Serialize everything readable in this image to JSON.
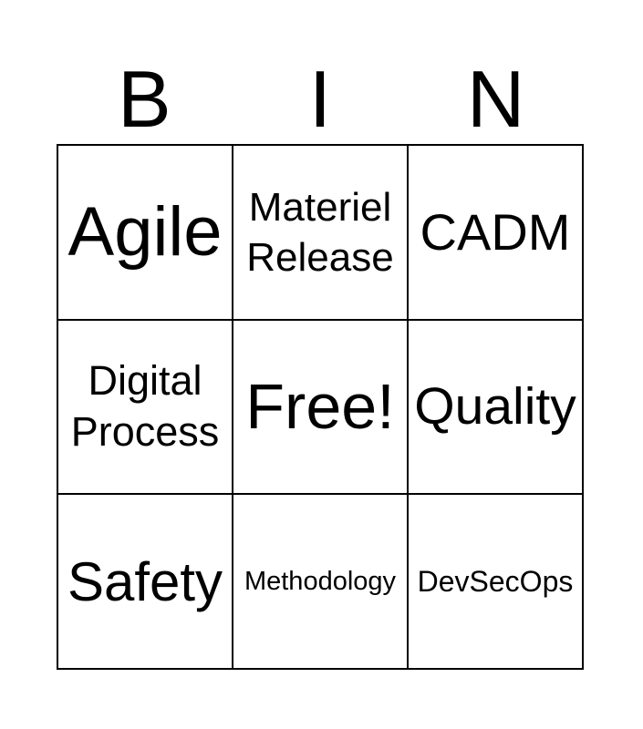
{
  "page": {
    "background_color": "#ffffff",
    "text_color": "#000000",
    "grid_line_color": "#000000"
  },
  "header": {
    "letters": [
      "B",
      "I",
      "N"
    ]
  },
  "grid": {
    "rows": 3,
    "cols": 3,
    "free_cell_index": 4,
    "cells": [
      {
        "label": "Agile"
      },
      {
        "label": "Materiel Release"
      },
      {
        "label": "CADM"
      },
      {
        "label": "Digital Process"
      },
      {
        "label": "Free!"
      },
      {
        "label": "Quality"
      },
      {
        "label": "Safety"
      },
      {
        "label": "Methodology"
      },
      {
        "label": "DevSecOps"
      }
    ]
  }
}
